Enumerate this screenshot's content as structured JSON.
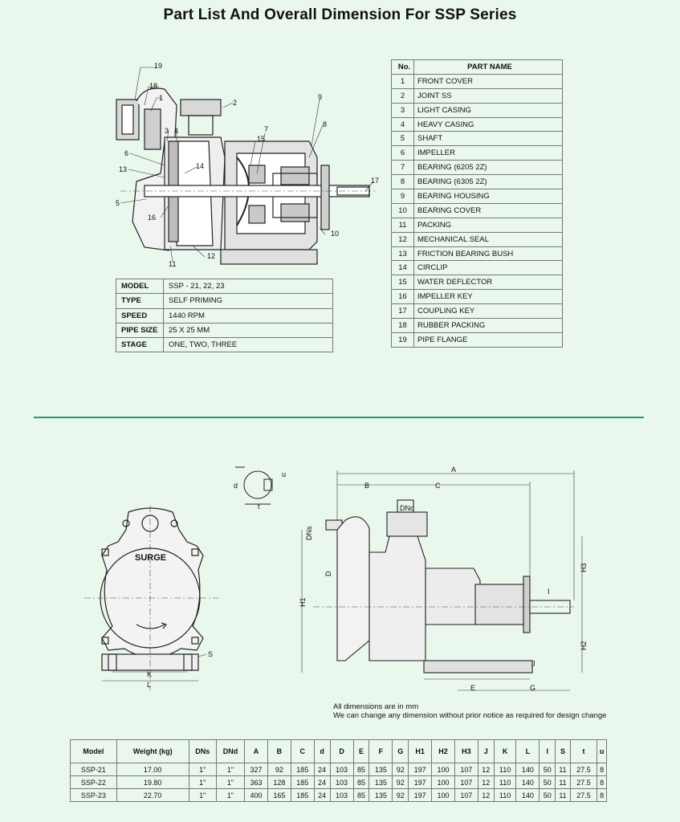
{
  "title": "Part List And Overall Dimension For SSP Series",
  "parts_header": {
    "no": "No.",
    "name": "PART NAME"
  },
  "parts": [
    {
      "no": "1",
      "name": "FRONT COVER"
    },
    {
      "no": "2",
      "name": "JOINT SS"
    },
    {
      "no": "3",
      "name": "LIGHT CASING"
    },
    {
      "no": "4",
      "name": "HEAVY CASING"
    },
    {
      "no": "5",
      "name": "SHAFT"
    },
    {
      "no": "6",
      "name": "IMPELLER"
    },
    {
      "no": "7",
      "name": "BEARING (6205 2Z)"
    },
    {
      "no": "8",
      "name": "BEARING (6305 2Z)"
    },
    {
      "no": "9",
      "name": "BEARING HOUSING"
    },
    {
      "no": "10",
      "name": "BEARING COVER"
    },
    {
      "no": "11",
      "name": "PACKING"
    },
    {
      "no": "12",
      "name": "MECHANICAL SEAL"
    },
    {
      "no": "13",
      "name": "FRICTION BEARING BUSH"
    },
    {
      "no": "14",
      "name": "CIRCLIP"
    },
    {
      "no": "15",
      "name": "WATER DEFLECTOR"
    },
    {
      "no": "16",
      "name": "IMPELLER KEY"
    },
    {
      "no": "17",
      "name": "COUPLING KEY"
    },
    {
      "no": "18",
      "name": "RUBBER PACKING"
    },
    {
      "no": "19",
      "name": "PIPE FLANGE"
    }
  ],
  "specs": [
    {
      "key": "MODEL",
      "value": "SSP - 21, 22, 23"
    },
    {
      "key": "TYPE",
      "value": "SELF PRIMING"
    },
    {
      "key": "SPEED",
      "value": "1440 RPM"
    },
    {
      "key": "PIPE SIZE",
      "value": "25 X 25 MM"
    },
    {
      "key": "STAGE",
      "value": "ONE, TWO, THREE"
    }
  ],
  "callouts": [
    "1",
    "2",
    "3",
    "4",
    "5",
    "6",
    "7",
    "8",
    "9",
    "10",
    "11",
    "12",
    "13",
    "14",
    "15",
    "16",
    "17",
    "18",
    "19"
  ],
  "drawing_labels": {
    "brand": "SURGE",
    "S": "S",
    "K": "K",
    "L": "L",
    "d": "d",
    "t": "t",
    "u": "u",
    "A": "A",
    "B": "B",
    "C": "C",
    "DNd": "DNd",
    "DNs": "DNs",
    "D": "D",
    "H1": "H1",
    "H2": "H2",
    "H3": "H3",
    "I": "I",
    "J": "J",
    "E": "E",
    "G": "G"
  },
  "note": [
    "All dimensions are in mm",
    "We can change any dimension without prior notice as required for design change"
  ],
  "dims_headers": [
    "Model",
    "Weight (kg)",
    "DNs",
    "DNd",
    "A",
    "B",
    "C",
    "d",
    "D",
    "E",
    "F",
    "G",
    "H1",
    "H2",
    "H3",
    "J",
    "K",
    "L",
    "I",
    "S",
    "t",
    "u"
  ],
  "dims_rows": [
    [
      "SSP-21",
      "17.00",
      "1\"",
      "1\"",
      "327",
      "92",
      "185",
      "24",
      "103",
      "85",
      "135",
      "92",
      "197",
      "100",
      "107",
      "12",
      "110",
      "140",
      "50",
      "11",
      "27.5",
      "8"
    ],
    [
      "SSP-22",
      "19.80",
      "1\"",
      "1\"",
      "363",
      "128",
      "185",
      "24",
      "103",
      "85",
      "135",
      "92",
      "197",
      "100",
      "107",
      "12",
      "110",
      "140",
      "50",
      "11",
      "27.5",
      "8"
    ],
    [
      "SSP-23",
      "22.70",
      "1\"",
      "1\"",
      "400",
      "165",
      "185",
      "24",
      "103",
      "85",
      "135",
      "92",
      "197",
      "100",
      "107",
      "12",
      "110",
      "140",
      "50",
      "11",
      "27.5",
      "8"
    ]
  ]
}
